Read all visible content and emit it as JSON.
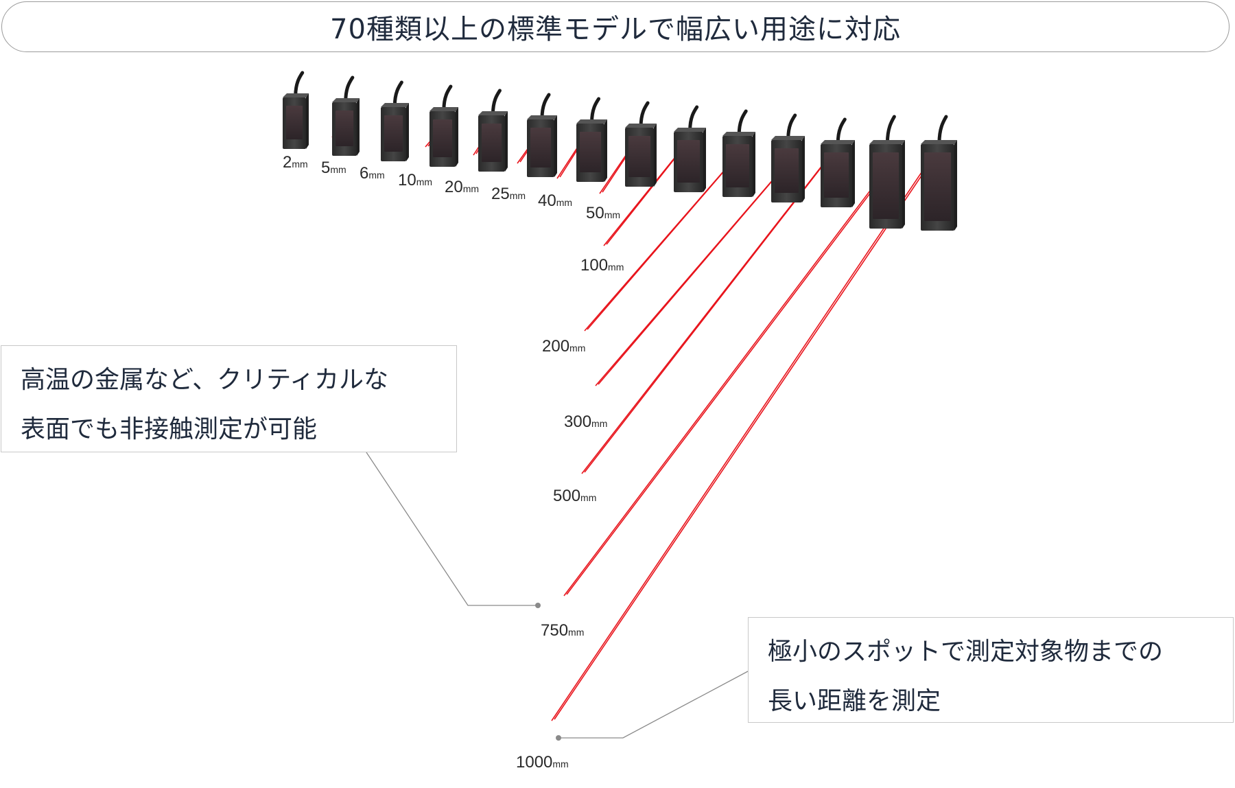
{
  "header": {
    "title": "70種類以上の標準モデルで幅広い用途に対応"
  },
  "sensors": [
    {
      "value": "2",
      "unit": "mm"
    },
    {
      "value": "5",
      "unit": "mm"
    },
    {
      "value": "6",
      "unit": "mm"
    },
    {
      "value": "10",
      "unit": "mm"
    },
    {
      "value": "20",
      "unit": "mm"
    },
    {
      "value": "25",
      "unit": "mm"
    },
    {
      "value": "40",
      "unit": "mm"
    },
    {
      "value": "50",
      "unit": "mm"
    },
    {
      "value": "100",
      "unit": "mm"
    },
    {
      "value": "200",
      "unit": "mm"
    },
    {
      "value": "300",
      "unit": "mm"
    },
    {
      "value": "500",
      "unit": "mm"
    },
    {
      "value": "750",
      "unit": "mm"
    },
    {
      "value": "1000",
      "unit": "mm"
    }
  ],
  "callouts": {
    "left": {
      "line1": "高温の金属など、クリティカルな",
      "line2": "表面でも非接触測定が可能"
    },
    "right": {
      "line1": "極小のスポットで測定対象物までの",
      "line2": "長い距離を測定"
    }
  },
  "colors": {
    "laser": "#e8141c",
    "sensor_body": "#3a3a3a",
    "leader": "#8a8a8a",
    "text": "#1f2a3c"
  }
}
